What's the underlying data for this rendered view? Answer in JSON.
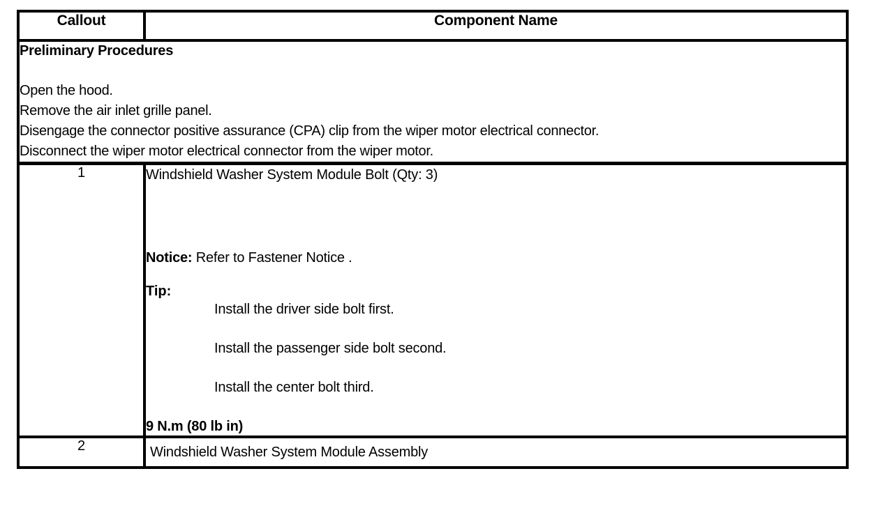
{
  "table": {
    "headers": {
      "callout": "Callout",
      "component_name": "Component Name"
    },
    "preliminary": {
      "title": "Preliminary Procedures",
      "steps": [
        "Open the hood.",
        "Remove the air inlet grille panel.",
        "Disengage the connector positive assurance (CPA) clip from the wiper motor electrical connector.",
        "Disconnect the wiper motor electrical connector from the wiper motor."
      ]
    },
    "rows": [
      {
        "callout": "1",
        "component_name": "Windshield Washer System Module Bolt (Qty: 3)",
        "notice_label": "Notice:",
        "notice_text": "Refer to Fastener Notice .",
        "tip_label": "Tip:",
        "tip_items": [
          "Install the driver side bolt first.",
          "Install the passenger side bolt second.",
          "Install the center bolt third."
        ],
        "torque": "9 N.m (80 lb in)"
      },
      {
        "callout": "2",
        "component_name": "Windshield Washer System Module Assembly"
      }
    ]
  },
  "colors": {
    "border": "#000000",
    "background": "#ffffff",
    "text": "#000000"
  }
}
